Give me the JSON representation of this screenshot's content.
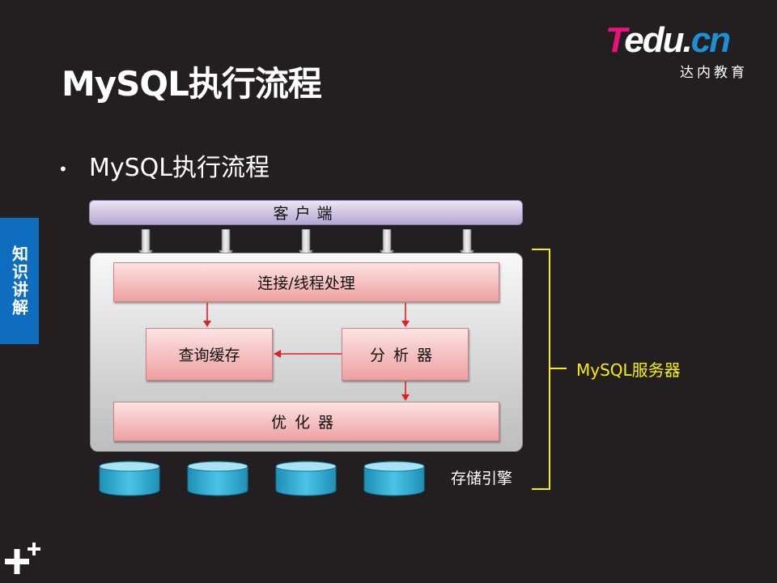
{
  "slide": {
    "title": "MySQL执行流程",
    "bullet": "MySQL执行流程",
    "bullet_marker": "•",
    "side_tab": "知识讲解"
  },
  "logo": {
    "mark_t": "T",
    "mark_rest": "edu.",
    "mark_cn": "cn",
    "subtitle": "达内教育"
  },
  "diagram": {
    "client": "客户端",
    "connection": "连接/线程处理",
    "query_cache": "查询缓存",
    "analyzer": "分析器",
    "optimizer": "优化器",
    "storage_engine": "存储引擎",
    "server_label": "MySQL服务器"
  },
  "colors": {
    "background": "#231f20",
    "side_tab": "#0f6dbf",
    "flow_arrow": "#e02020",
    "server_label": "#f7f000",
    "disk": "#3ab0d6"
  },
  "icons": {
    "corner": "plus-plus-icon"
  }
}
